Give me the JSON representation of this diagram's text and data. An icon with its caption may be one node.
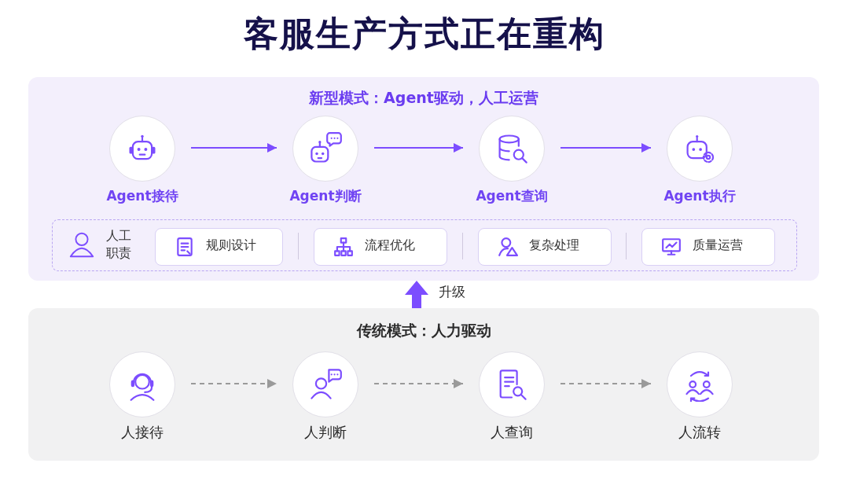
{
  "diagram": {
    "title": "客服生产方式正在重构",
    "nodes": [
      {
        "text": [
          "新型模式：Agent驱动，人工运营"
        ]
      },
      {
        "text": [
          "Agent接待"
        ],
        "in": 0
      },
      {
        "text": [
          "Agent判断"
        ],
        "in": 0
      },
      {
        "text": [
          "Agent查询"
        ],
        "in": 0
      },
      {
        "text": [
          "Agent执行"
        ],
        "in": 0
      },
      {
        "text": [
          "人工职责"
        ],
        "in": 0
      },
      {
        "text": [
          "规则设计"
        ],
        "in": 5
      },
      {
        "text": [
          "流程优化"
        ],
        "in": 5
      },
      {
        "text": [
          "复杂处理"
        ],
        "in": 5
      },
      {
        "text": [
          "质量运营"
        ],
        "in": 5
      },
      {
        "text": [
          "传统模式：人力驱动"
        ]
      },
      {
        "text": [
          "人接待"
        ],
        "in": 10
      },
      {
        "text": [
          "人判断"
        ],
        "in": 10
      },
      {
        "text": [
          "人查询"
        ],
        "in": 10
      },
      {
        "text": [
          "人流转"
        ],
        "in": 10
      }
    ],
    "edges": [
      {
        "from": 1,
        "to": 2,
        "arrow": "to",
        "color": "#7c4dff"
      },
      {
        "from": 2,
        "to": 3,
        "arrow": "to",
        "color": "#7c4dff"
      },
      {
        "from": 3,
        "to": 4,
        "arrow": "to",
        "color": "#7c4dff"
      },
      {
        "from": 11,
        "to": 12,
        "arrow": "to",
        "style": "dashed",
        "color": "#9a9a9a"
      },
      {
        "from": 12,
        "to": 13,
        "arrow": "to",
        "style": "dashed",
        "color": "#9a9a9a"
      },
      {
        "from": 13,
        "to": 14,
        "arrow": "to",
        "style": "dashed",
        "color": "#9a9a9a"
      },
      {
        "from": 10,
        "to": 0,
        "arrow": "to",
        "label": "升级",
        "style": "thick",
        "color": "#7c4dff"
      }
    ]
  }
}
